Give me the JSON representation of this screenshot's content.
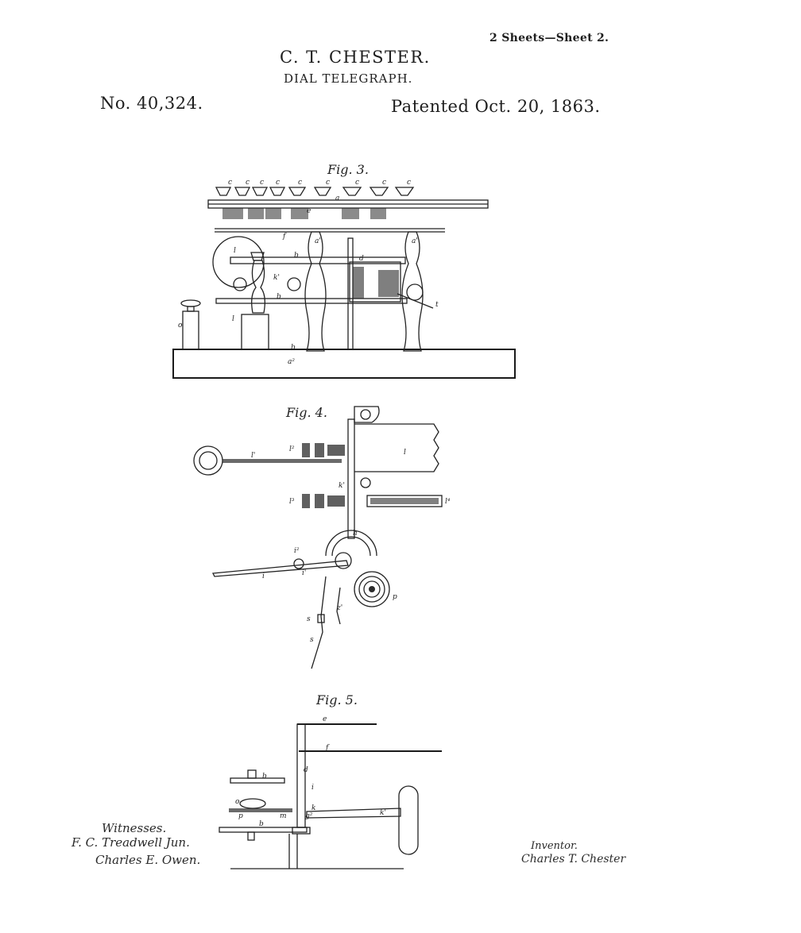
{
  "header": {
    "sheet_info": "2 Sheets—Sheet 2.",
    "inventor": "C. T. CHESTER.",
    "title": "DIAL TELEGRAPH.",
    "patent_number": "No. 40,324.",
    "patent_date": "Patented Oct. 20, 1863."
  },
  "figures": {
    "fig3": "Fig. 3.",
    "fig4": "Fig. 4.",
    "fig5": "Fig. 5."
  },
  "signatures": {
    "witnesses_heading": "Witnesses.",
    "witness_1": "F. C. Treadwell Jun.",
    "witness_2": "Charles E. Owen.",
    "inventor_heading": "Inventor.",
    "inventor_signature": "Charles T. Chester"
  }
}
